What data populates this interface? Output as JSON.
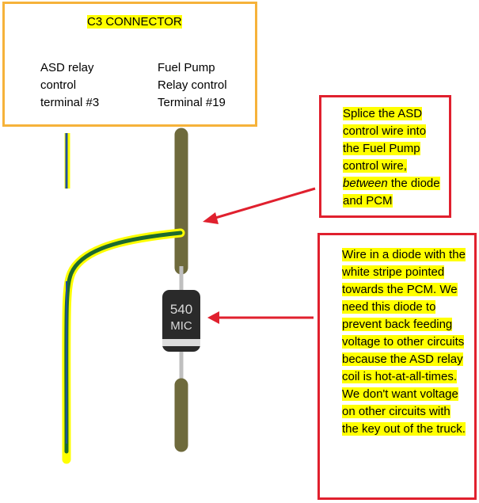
{
  "connector": {
    "title": "C3 CONNECTOR",
    "left_terminal_lines": [
      "ASD relay",
      "control",
      "terminal #3"
    ],
    "right_terminal_lines": [
      "Fuel Pump",
      "Relay control",
      "Terminal #19"
    ]
  },
  "diode": {
    "marking_top": "540",
    "marking_bottom": "MIC"
  },
  "callout_splice": {
    "before": "Splice the ASD control wire into the Fuel Pump control wire, ",
    "emphasis": "between",
    "after": " the diode and PCM"
  },
  "callout_diode": {
    "text": "Wire in a diode with the white stripe pointed towards the PCM. We need this diode to prevent back feeding voltage to other circuits because the ASD relay coil is hot-at-all-times. We don't want voltage on other circuits with the key out of the truck."
  },
  "colors": {
    "connector_border": "#f6b23a",
    "callout_border": "#e0202e",
    "highlight": "#ffff00",
    "fuel_pump_wire": "#6e6a3c",
    "asd_wire_blue": "#1f4fa0",
    "splice_wire_green": "#1d6a2e",
    "arrow": "#e0202e"
  }
}
